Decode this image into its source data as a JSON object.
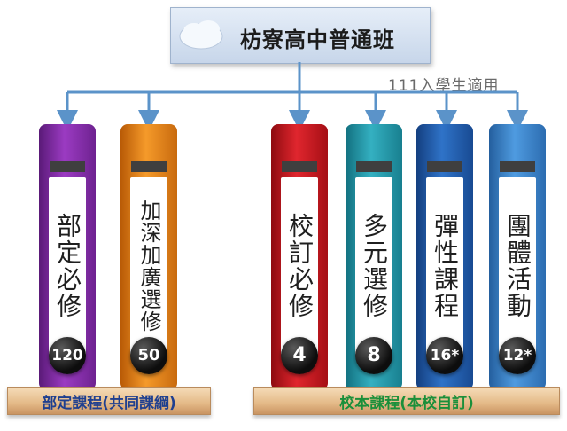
{
  "title": "枋寮高中普通班",
  "subtitle": "111入學生適用",
  "binders": [
    {
      "label": "部定必修",
      "badge": "120",
      "color": "purple"
    },
    {
      "label": "加深加廣選修",
      "badge": "50",
      "color": "orange"
    },
    {
      "label": "校訂必修",
      "badge": "4",
      "color": "red"
    },
    {
      "label": "多元選修",
      "badge": "8",
      "color": "teal"
    },
    {
      "label": "彈性課程",
      "badge": "16*",
      "color": "blue"
    },
    {
      "label": "團體活動",
      "badge": "12*",
      "color": "light-blue"
    }
  ],
  "shelves": [
    {
      "label": "部定課程(共同課綱)",
      "text_color": "#1f3f8f"
    },
    {
      "label": "校本課程(本校自訂)",
      "text_color": "#1a8f3a"
    }
  ],
  "colors": {
    "connector": "#5b93c9",
    "purple": "#7d2a9e",
    "orange": "#e07a12",
    "red": "#c4131b",
    "teal": "#1f93a4",
    "blue": "#1f5fae",
    "light_blue": "#3c86d0"
  }
}
